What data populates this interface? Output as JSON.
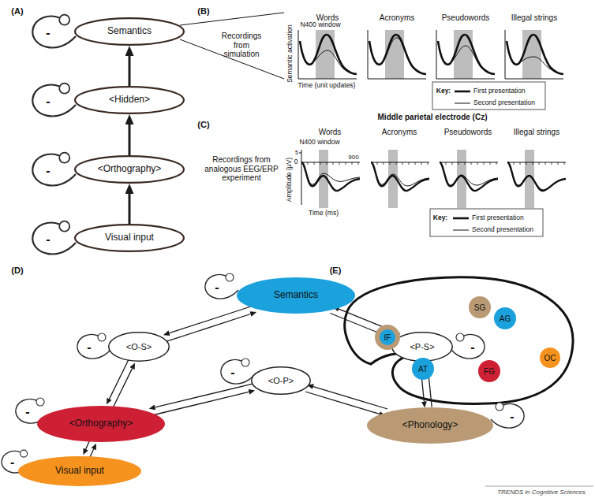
{
  "diagram": {
    "nodes": [
      {
        "text": [
          "Semantics"
        ]
      },
      {
        "text": [
          "<Hidden>"
        ]
      },
      {
        "text": [
          "<Orthography>"
        ]
      },
      {
        "text": [
          "Visual input"
        ]
      },
      {
        "text": [
          "Semantics"
        ]
      },
      {
        "text": [
          "<O-S>"
        ]
      },
      {
        "text": [
          "<P-S>"
        ]
      },
      {
        "text": [
          "<O-P>"
        ]
      },
      {
        "text": [
          "<Orthography>"
        ]
      },
      {
        "text": [
          "<Phonology>"
        ]
      },
      {
        "text": [
          "Visual input"
        ]
      },
      {
        "text": [
          "SG"
        ]
      },
      {
        "text": [
          "AG"
        ]
      },
      {
        "text": [
          "IF"
        ]
      },
      {
        "text": [
          "OC"
        ]
      },
      {
        "text": [
          "AT"
        ]
      },
      {
        "text": [
          "FG"
        ]
      }
    ],
    "edges": [
      {
        "from": 3,
        "to": 2,
        "arrow": "to"
      },
      {
        "from": 2,
        "to": 1,
        "arrow": "to"
      },
      {
        "from": 1,
        "to": 0,
        "arrow": "to"
      },
      {
        "from": 10,
        "to": 8,
        "arrow": "to"
      },
      {
        "from": 8,
        "to": 10,
        "arrow": "to"
      },
      {
        "from": 8,
        "to": 5,
        "arrow": "to"
      },
      {
        "from": 5,
        "to": 8,
        "arrow": "to"
      },
      {
        "from": 5,
        "to": 4,
        "arrow": "to"
      },
      {
        "from": 4,
        "to": 5,
        "arrow": "to"
      },
      {
        "from": 4,
        "to": 6,
        "arrow": "to"
      },
      {
        "from": 6,
        "to": 4,
        "arrow": "to"
      },
      {
        "from": 6,
        "to": 9,
        "arrow": "to"
      },
      {
        "from": 9,
        "to": 6,
        "arrow": "to"
      },
      {
        "from": 8,
        "to": 7,
        "arrow": "to"
      },
      {
        "from": 7,
        "to": 8,
        "arrow": "to"
      },
      {
        "from": 7,
        "to": 9,
        "arrow": "to"
      },
      {
        "from": 9,
        "to": 7,
        "arrow": "to"
      }
    ],
    "labels": [
      "(A)",
      "(B)",
      "Recordings from simulation",
      "Words",
      "Acronyms",
      "Pseudowords",
      "Illegal strings",
      "N400 window",
      "Semantic activation",
      "Time (unit updates)",
      "Key:",
      "-",
      "-",
      "-",
      "-",
      "(C)",
      "Middle parietal electrode (Cz)",
      "Words",
      "Acronyms",
      "Pseudowords",
      "Illegal strings",
      "N400 window",
      "5",
      "0",
      "900",
      "Recordings from analogous EEG/ERP experiment",
      "Amplitude (μV)",
      "Time (ms)",
      "Key:",
      "(D)",
      "(E)",
      "-",
      "-",
      "-",
      "-",
      "-",
      "-",
      "-",
      "TRENDS in Cognitive Sciences"
    ],
    "legend": [
      {
        "text": "First presentation"
      },
      {
        "text": "Second presentation"
      },
      {
        "text": "First presentation"
      },
      {
        "text": "Second presentation"
      }
    ]
  }
}
